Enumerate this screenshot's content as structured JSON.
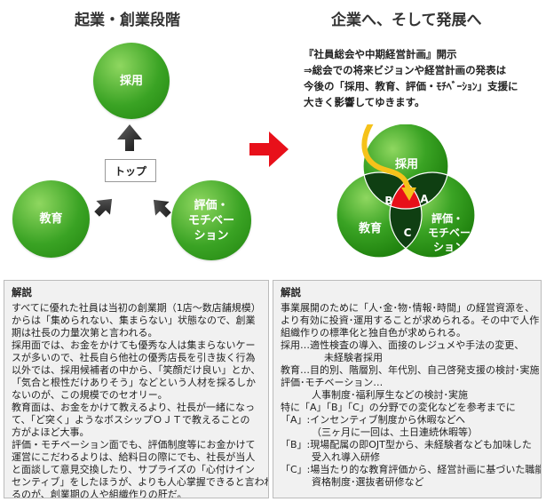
{
  "titles": {
    "left": "起業・創業段階",
    "right": "企業へ、そして発展へ"
  },
  "left_diagram": {
    "recruit": "採用",
    "education": "教育",
    "evaluation_lines": [
      "評価・",
      "モチベー",
      "ション"
    ],
    "top_box": "トップ"
  },
  "venn": {
    "recruit": "採用",
    "education": "教育",
    "evaluation_lines": [
      "評価・",
      "モチベー",
      "ション"
    ],
    "region_a": "A",
    "region_b": "B",
    "region_c": "C"
  },
  "announcement": [
    "『社員総会や中期経営計画』開示",
    "⇒総会での将来ビジョンや経営計画の発表は",
    "今後の「採用、教育、評価・ﾓﾁﾍﾞｰｼｮﾝ」支援に",
    "大きく影響してゆきます。"
  ],
  "left_panel": {
    "heading": "解説",
    "lines": [
      "すべてに優れた社員は当初の創業期（1店～数店舗規模）",
      "からは「集められない、集まらない」状態なので、創業",
      "期は社長の力量次第と言われる。",
      "採用面では、お金をかけても優秀な人は集まらないケー",
      "スが多いので、社長自ら他社の優秀店長を引き抜く行為",
      "以外では、採用候補者の中から、「笑顔だけ良い」とか、",
      "「気合と根性だけありそう」などという人材を採るしか",
      "ないのが、この規模でのセオリー。",
      "教育面は、お金をかけて教えるより、社長が一緒になっ",
      "て、「ど突く」ようなボスシップＯＪＴで教えることの",
      "方がよほど大事。",
      "評価・モチベーション面でも、評価制度等にお金かけて",
      "運営にこだわるよりは、給料日の際にでも、社長が当人",
      "と面談して意見交換したり、サプライズの「心付けイン",
      "センティブ」をしたほうが、よりも人心掌握できると言われ",
      "るのが、創業期の人や組織作りの肝だ。"
    ]
  },
  "right_panel": {
    "heading": "解説",
    "lines": [
      "事業展開のために「人･金･物･情報･時間」の経営資源を、",
      "より有効に投資･運用することが求められる。その中で人作り、",
      "組織作りの標準化と独自色が求められる。",
      "採用…適性検査の導入、面接のレジュメや手法の変更、",
      "              未経験者採用",
      "教育…目的別、階層別、年代別、自己啓発支援の検討･実施",
      "評価･モチベーション…",
      "          人事制度･福利厚生などの検討･実施",
      "特に「A」「B」「C」の分野での変化などを参考までに",
      "「A」:インセンティブ制度から休暇などへ",
      "          （三ヶ月に一回は、土日連続休暇等）",
      "「B」:現場配属の即OJT型から、未経験者なども加味した",
      "          受入れ導入研修",
      "「C」:場当たり的な教育評価から、経営計画に基づいた職能",
      "          資格制度･選抜者研修など"
    ]
  },
  "colors": {
    "green": "#3aa324",
    "dark_green": "#0f3f12",
    "red": "#e8101a",
    "yellow": "#f5c21a",
    "panel_bg": "#f1f1f1"
  }
}
